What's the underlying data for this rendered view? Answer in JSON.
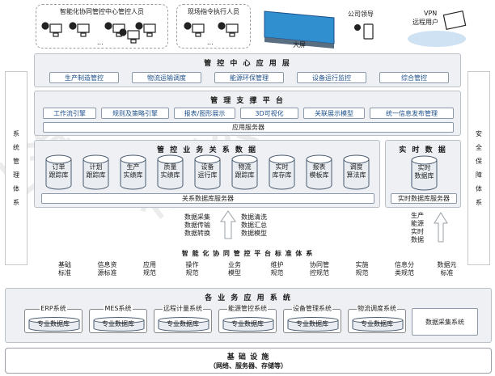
{
  "top": {
    "group1_label": "智能化协同管控中心管控人员",
    "group2_label": "现场指令执行人员",
    "bigscreen_label": "大屏",
    "leader_label": "公司领导",
    "vpn_label_1": "VPN",
    "vpn_label_2": "远程用户",
    "ellipsis": "..."
  },
  "side_left": [
    "系",
    "统",
    "管",
    "理",
    "体",
    "系"
  ],
  "side_right": [
    "安",
    "全",
    "保",
    "障",
    "体",
    "系"
  ],
  "app_layer": {
    "title": "管 控 中 心 应 用 层",
    "items": [
      "生产制造管控",
      "物流运输调度",
      "能源环保管理",
      "设备运行监控",
      "综合管控"
    ]
  },
  "support_layer": {
    "title": "管 理 支 撑 平 台",
    "items": [
      "工作流引擎",
      "规则及策略引擎",
      "报表/图形展示",
      "3D可视化",
      "关联展示模型",
      "统一信息发布管理"
    ],
    "server": "应用服务器"
  },
  "biz_data": {
    "title": "管 控 业 务 关 系 数 据",
    "dbs": [
      [
        "订单",
        "跟踪库"
      ],
      [
        "计划",
        "跟踪库"
      ],
      [
        "生产",
        "实绩库"
      ],
      [
        "质量",
        "实绩库"
      ],
      [
        "设备",
        "运行库"
      ],
      [
        "物流",
        "跟踪库"
      ],
      [
        "实时",
        "库存库"
      ],
      [
        "报表",
        "模板库"
      ],
      [
        "调度",
        "算法库"
      ]
    ],
    "server": "关系数据库服务器"
  },
  "rt_data": {
    "title": "实 时 数 据",
    "db": [
      "实时",
      "数据库"
    ],
    "server": "实时数据库服务器"
  },
  "flow_left": {
    "col1": [
      "数据采集",
      "数据传输",
      "数据转换"
    ],
    "col2": [
      "数据清洗",
      "数据汇总",
      "数据模型"
    ]
  },
  "flow_right": [
    "生产",
    "能源",
    "实时",
    "数据"
  ],
  "standards": {
    "title": "智 能 化 协 同 管 控 平 台 标 准 体 系",
    "items": [
      [
        "基础",
        "标准"
      ],
      [
        "信息资",
        "源标准"
      ],
      [
        "应用",
        "规范"
      ],
      [
        "操作",
        "规范"
      ],
      [
        "业务",
        "模型"
      ],
      [
        "维护",
        "规范"
      ],
      [
        "协同管",
        "控规范"
      ],
      [
        "实施",
        "规范"
      ],
      [
        "信息分",
        "类规范"
      ],
      [
        "数据元",
        "标准"
      ]
    ]
  },
  "biz_systems": {
    "title": "各 业 务 应 用 系 统",
    "systems": [
      "ERP系统",
      "MES系统",
      "远程计量系统",
      "能源管控系统",
      "设备管理系统",
      "物流调度系统"
    ],
    "db_label": "专业数据库",
    "collect": "数据采集系统"
  },
  "infra": {
    "title": "基 础 设 施",
    "subtitle": "（网络、服务器、存储等）"
  },
  "colors": {
    "accent_blue": "#1c4f8a",
    "panel_grey": "#eef0f3",
    "db_fill": "#e9edf2"
  }
}
